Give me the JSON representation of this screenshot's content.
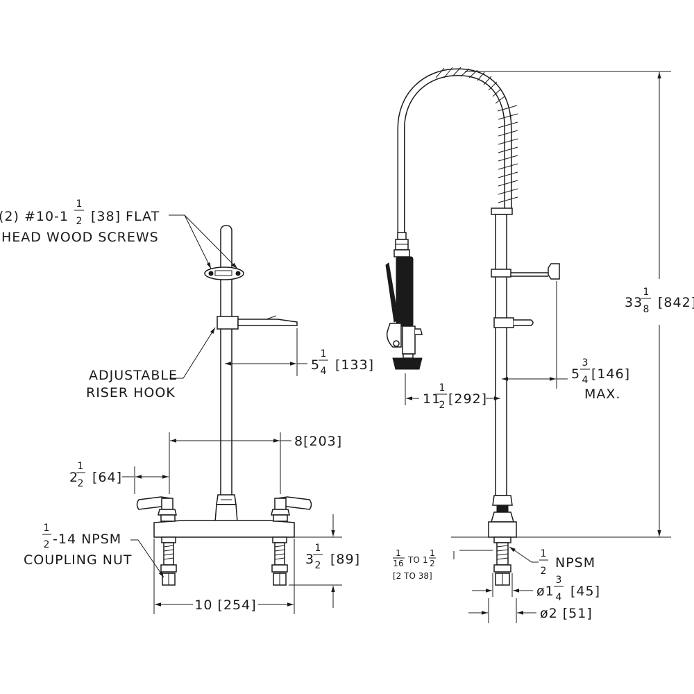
{
  "left_view": {
    "screws": {
      "l1_pre": "(2) #10-1",
      "l1_num": "1",
      "l1_den": "2",
      "l1_post": "[38] FLAT",
      "l2": "HEAD WOOD SCREWS"
    },
    "hook": {
      "l1": "ADJUSTABLE",
      "l2": "RISER HOOK"
    },
    "dim_hook": {
      "whole": "5",
      "num": "1",
      "den": "4",
      "mm": "[133]"
    },
    "dim_centers": {
      "text": "8[203]"
    },
    "dim_offset": {
      "whole": "2",
      "num": "1",
      "den": "2",
      "mm": "[64]"
    },
    "coupling": {
      "num": "1",
      "den": "2",
      "l1": "-14 NPSM",
      "l2": "COUPLING NUT"
    },
    "dim_shank": {
      "whole": "3",
      "num": "1",
      "den": "2",
      "mm": "[89]"
    },
    "dim_width": {
      "text": "10 [254]"
    }
  },
  "right_view": {
    "dim_height": {
      "whole": "33",
      "num": "1",
      "den": "8",
      "mm": "[842]"
    },
    "dim_reach": {
      "whole": "5",
      "num": "3",
      "den": "4",
      "mm": "[146]",
      "note": "MAX."
    },
    "dim_spray": {
      "whole": "11",
      "num": "1",
      "den": "2",
      "mm": "[292]"
    },
    "npsm": {
      "num": "1",
      "den": "2",
      "text": "NPSM"
    },
    "deck": {
      "n1": "1",
      "d1": "16",
      "to": "TO",
      "w2": "1",
      "n2": "1",
      "d2": "2",
      "mm": "[2 TO 38]"
    },
    "dia1": {
      "pre": "ø1",
      "num": "3",
      "den": "4",
      "mm": "[45]"
    },
    "dia2": {
      "text": "ø2 [51]"
    }
  }
}
